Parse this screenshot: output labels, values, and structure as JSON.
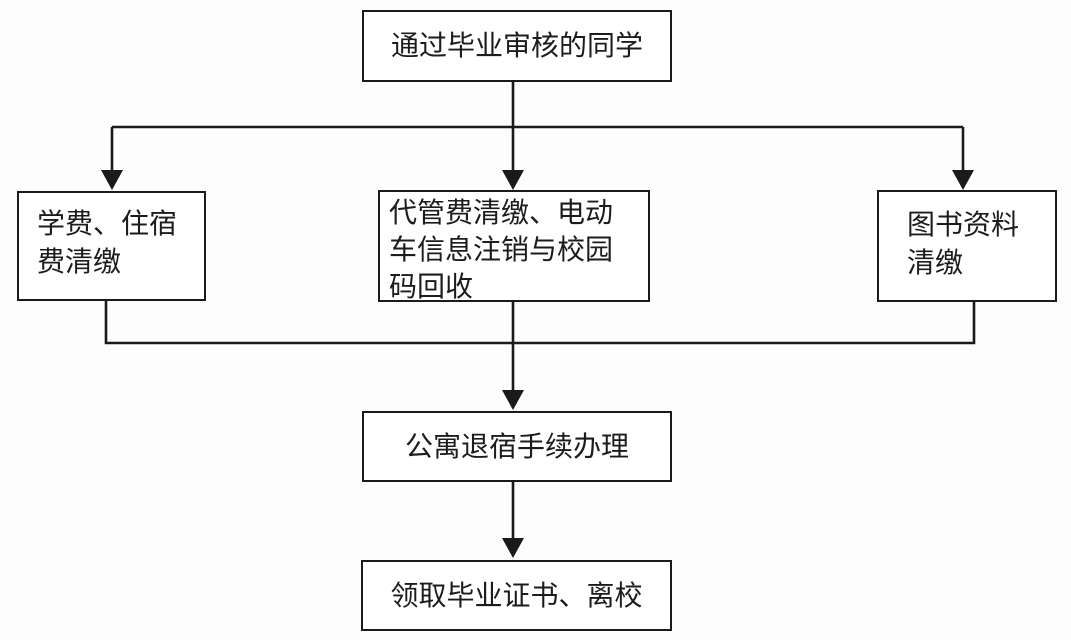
{
  "diagram": {
    "type": "flowchart",
    "language": "zh-CN",
    "nodes": {
      "start": {
        "label": "通过毕业审核的同学"
      },
      "fees": {
        "label": "学费、住宿费清缴"
      },
      "misc": {
        "label": "代管费清缴、电动车信息注销与校园码回收"
      },
      "library": {
        "label": "图书资料清缴"
      },
      "dorm": {
        "label": "公寓退宿手续办理"
      },
      "leave": {
        "label": "领取毕业证书、离校"
      }
    },
    "edges": [
      {
        "from": "start",
        "to": "fees",
        "arrow": true
      },
      {
        "from": "start",
        "to": "misc",
        "arrow": true
      },
      {
        "from": "start",
        "to": "library",
        "arrow": true
      },
      {
        "from": "fees",
        "to": "dorm",
        "arrow": false
      },
      {
        "from": "misc",
        "to": "dorm",
        "arrow": true
      },
      {
        "from": "library",
        "to": "dorm",
        "arrow": false
      },
      {
        "from": "dorm",
        "to": "leave",
        "arrow": true
      }
    ],
    "colors": {
      "stroke": "#1a1a1a",
      "box_fill": "#ffffff",
      "background": "#fdfdfd",
      "text": "#1c1c1c"
    }
  }
}
